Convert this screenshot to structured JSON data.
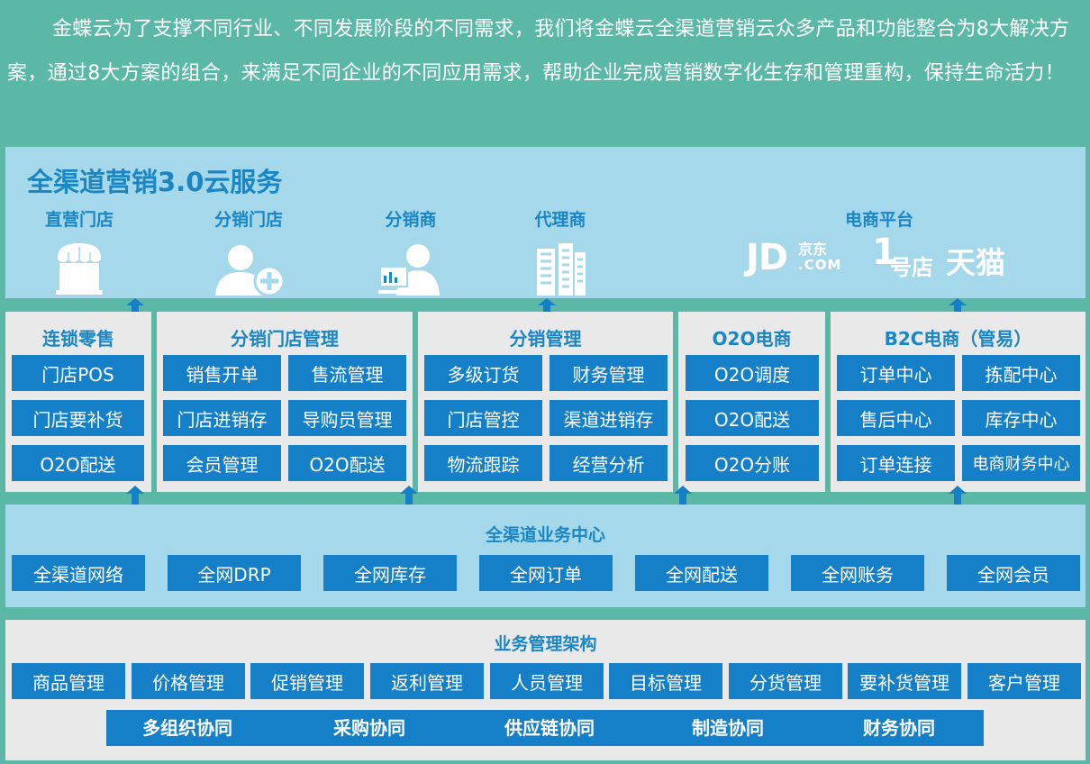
{
  "intro": "金蝶云为了支撑不同行业、不同发展阶段的不同需求，我们将金蝶云全渠道营销云众多产品和功能整合为8大解决方案，通过8大方案的组合，来满足不同企业的不同应用需求，帮助企业完成营销数字化生存和管理重构，保持生命活力！",
  "top": {
    "title": "全渠道营销3.0云服务",
    "channels": [
      "直营门店",
      "分销门店",
      "分销商",
      "代理商",
      "电商平台"
    ],
    "logos": {
      "jd": "JD",
      "jd_cn": "京东",
      "jd_com": ".COM",
      "yhd_num": "1",
      "yhd_cn": "号店",
      "tmall": "天猫"
    }
  },
  "modules": [
    {
      "title": "连锁零售",
      "cells": [
        "门店POS",
        "门店要补货",
        "O2O配送"
      ]
    },
    {
      "title": "分销门店管理",
      "cells": [
        "销售开单",
        "售流管理",
        "门店进销存",
        "导购员管理",
        "会员管理",
        "O2O配送"
      ]
    },
    {
      "title": "分销管理",
      "cells": [
        "多级订货",
        "财务管理",
        "门店管控",
        "渠道进销存",
        "物流跟踪",
        "经营分析"
      ]
    },
    {
      "title": "O2O电商",
      "cells": [
        "O2O调度",
        "O2O配送",
        "O2O分账"
      ]
    },
    {
      "title": "B2C电商（管易）",
      "cells": [
        "订单中心",
        "拣配中心",
        "售后中心",
        "库存中心",
        "订单连接",
        "电商财务中心"
      ]
    }
  ],
  "center": {
    "title": "全渠道业务中心",
    "items": [
      "全渠道网络",
      "全网DRP",
      "全网库存",
      "全网订单",
      "全网配送",
      "全网账务",
      "全网会员"
    ]
  },
  "architecture": {
    "title": "业务管理架构",
    "items": [
      "商品管理",
      "价格管理",
      "促销管理",
      "返利管理",
      "人员管理",
      "目标管理",
      "分货管理",
      "要补货管理",
      "客户管理"
    ],
    "collab": [
      "多组织协同",
      "采购协同",
      "供应链协同",
      "制造协同",
      "财务协同"
    ]
  },
  "colors": {
    "background": "#5bb8a6",
    "panel_light": "#a6d8ec",
    "panel_grey": "#e9e9e9",
    "cell_blue": "#1580c7",
    "title_blue": "#1a86c3"
  }
}
